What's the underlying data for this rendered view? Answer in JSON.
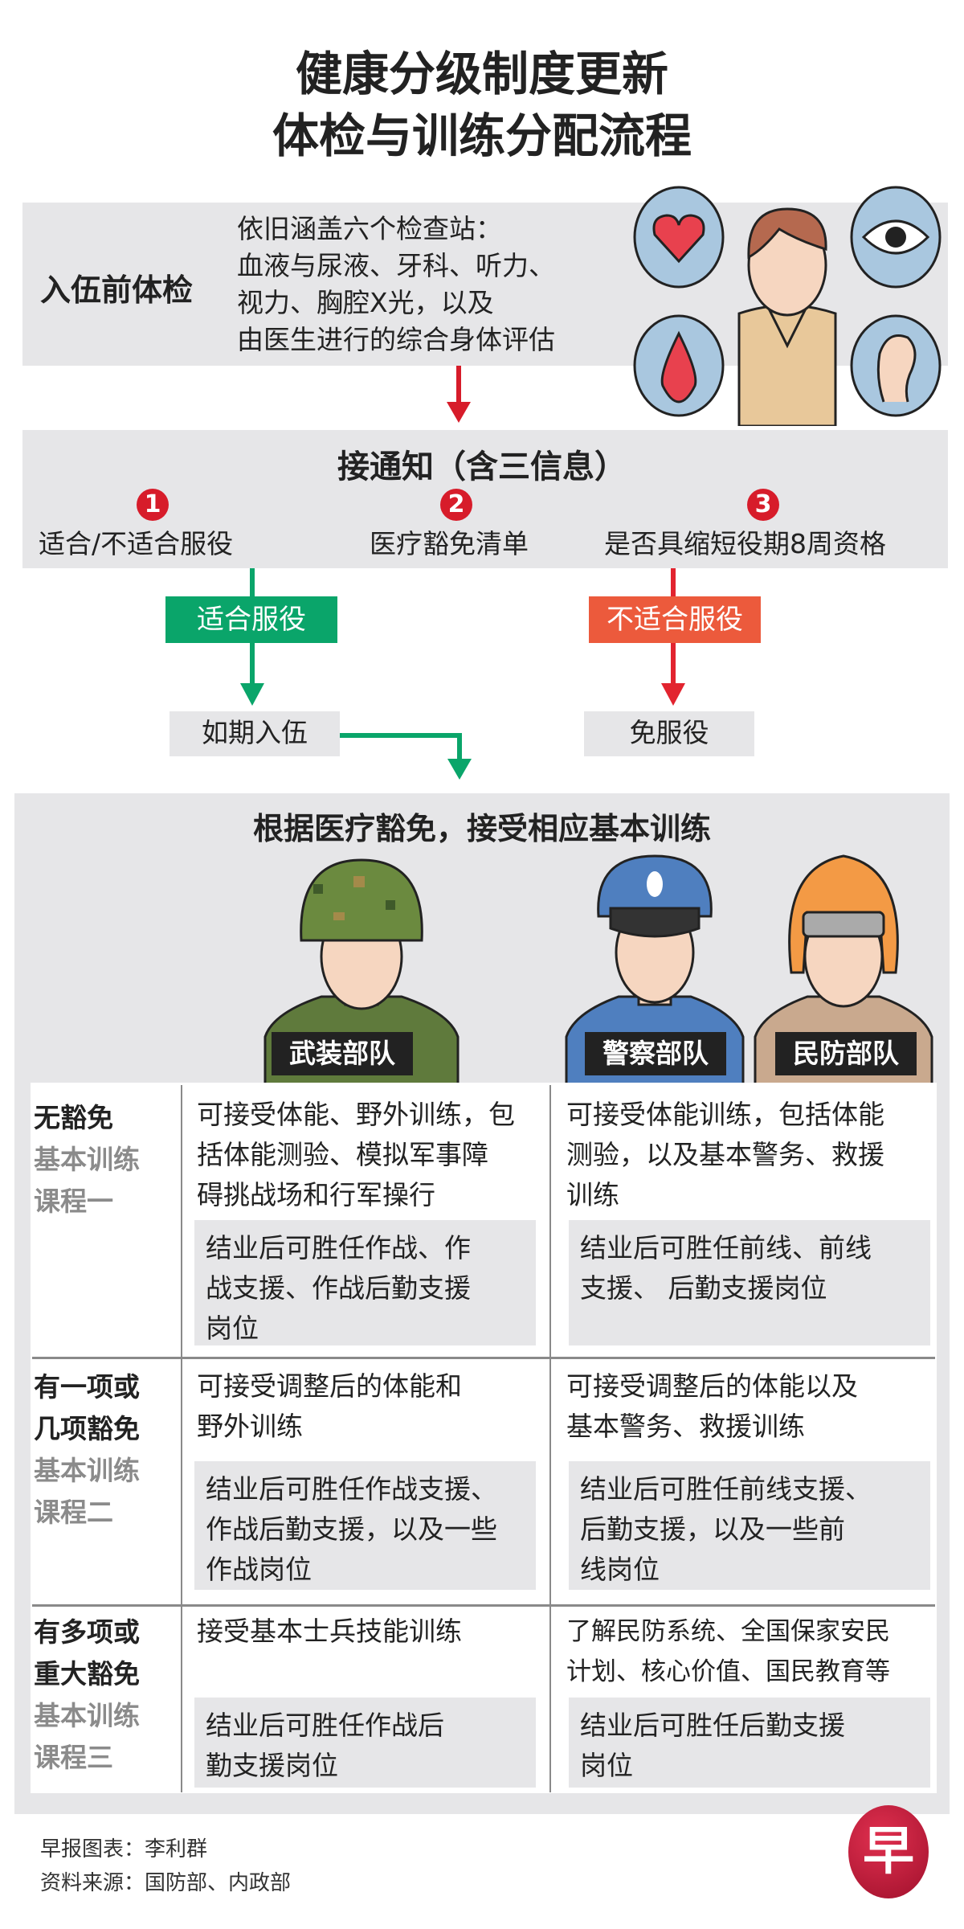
{
  "title": {
    "line1": "健康分级制度更新",
    "line2": "体检与训练分配流程"
  },
  "exam": {
    "label": "入伍前体检",
    "lines": [
      "依旧涵盖六个检查站：",
      "血液与尿液、牙科、听力、",
      "视力、胸腔X光，以及",
      "由医生进行的综合身体评估"
    ]
  },
  "notice": {
    "title": "接通知（含三信息）",
    "items": [
      {
        "num": "1",
        "text": "适合/不适合服役"
      },
      {
        "num": "2",
        "text": "医疗豁免清单"
      },
      {
        "num": "3",
        "text": "是否具缩短役期8周资格"
      }
    ]
  },
  "branches": {
    "fit": {
      "tag": "适合服役",
      "result": "如期入伍",
      "color": "#0aa56a"
    },
    "unfit": {
      "tag": "不适合服役",
      "result": "免服役",
      "color": "#ec5a3c"
    }
  },
  "training": {
    "title": "根据医疗豁免，接受相应基本训练",
    "units": [
      "武装部队",
      "警察部队",
      "民防部队"
    ]
  },
  "rows": [
    {
      "head": [
        "无豁免"
      ],
      "course": [
        "基本训练",
        "课程一"
      ],
      "saf": [
        "可接受体能、野外训练，包",
        "括体能测验、模拟军事障",
        "碍挑战场和行军操行"
      ],
      "saf_note": [
        "结业后可胜任作战、作",
        "战支援、作战后勤支援",
        "岗位"
      ],
      "hta": [
        "可接受体能训练，包括体能",
        "测验，以及基本警务、救援",
        "训练"
      ],
      "hta_note": [
        "结业后可胜任前线、前线",
        "支援、 后勤支援岗位"
      ]
    },
    {
      "head": [
        "有一项或",
        "几项豁免"
      ],
      "course": [
        "基本训练",
        "课程二"
      ],
      "saf": [
        "可接受调整后的体能和",
        "野外训练"
      ],
      "saf_note": [
        "结业后可胜任作战支援、",
        "作战后勤支援，以及一些",
        "作战岗位"
      ],
      "hta": [
        "可接受调整后的体能以及",
        "基本警务、救援训练"
      ],
      "hta_note": [
        "结业后可胜任前线支援、",
        "后勤支援，以及一些前",
        "线岗位"
      ]
    },
    {
      "head": [
        "有多项或",
        "重大豁免"
      ],
      "course": [
        "基本训练",
        "课程三"
      ],
      "saf": [
        "接受基本士兵技能训练"
      ],
      "saf_note": [
        "结业后可胜任作战后",
        "勤支援岗位"
      ],
      "hta": [
        "了解民防系统、全国保家安民",
        "计划、核心价值、国民教育等"
      ],
      "hta_note": [
        "结业后可胜任后勤支援",
        "岗位"
      ]
    }
  ],
  "footer": {
    "credit": "早报图表：李利群",
    "source": "资料来源：国防部、内政部",
    "logo": "早"
  },
  "colors": {
    "red": "#d71c2a",
    "green": "#0aa56a",
    "orange": "#ec5a3c",
    "panel": "#e6e6e8"
  }
}
